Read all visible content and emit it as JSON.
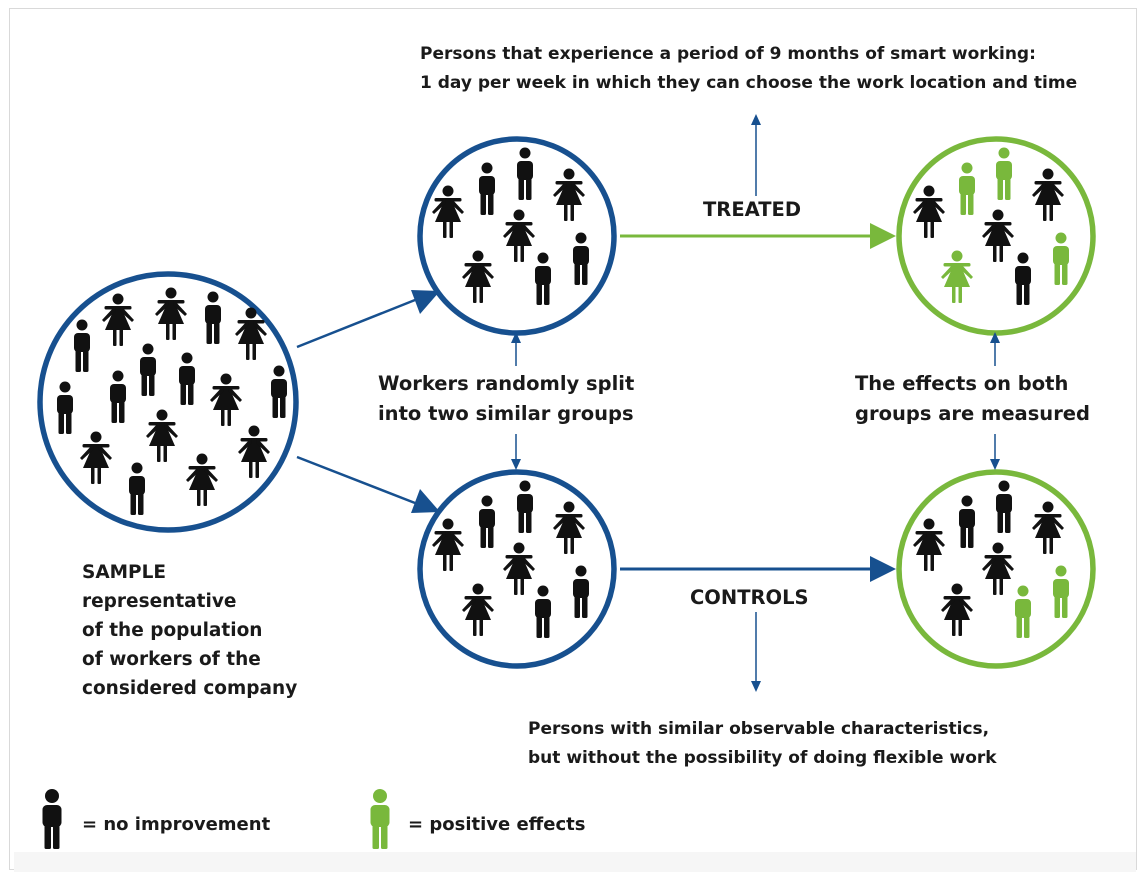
{
  "top_note": {
    "line1": "Persons that experience a period of 9 months of smart working:",
    "line2": "1 day per week in which they can choose the work location and time"
  },
  "middle_note": {
    "line1": "Workers randomly split",
    "line2": "into two similar groups"
  },
  "right_note": {
    "line1": "The effects on both",
    "line2": "groups are measured"
  },
  "treated_label": "TREATED",
  "controls_label": "CONTROLS",
  "sample_note": {
    "line1": "SAMPLE",
    "line2": "representative",
    "line3": "of the population",
    "line4": "of workers of the",
    "line5": "considered company"
  },
  "bottom_note": {
    "line1": "Persons with similar observable characteristics,",
    "line2": "but without the possibility of doing flexible work"
  },
  "legend": {
    "no_improvement": "= no improvement",
    "positive_effects": "= positive effects"
  },
  "colors": {
    "blue": "#17508f",
    "green": "#79b83c",
    "black": "#111111"
  }
}
